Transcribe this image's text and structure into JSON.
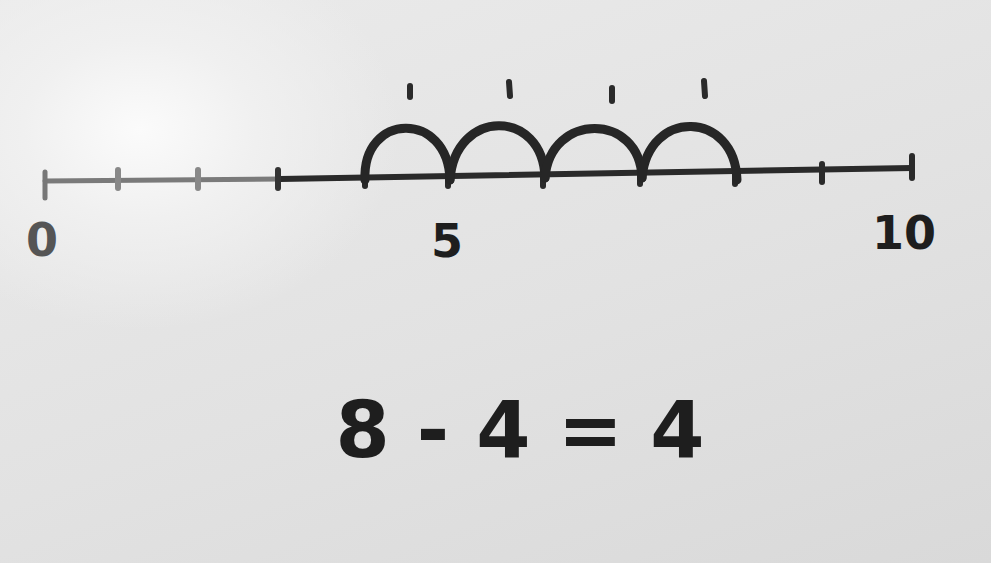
{
  "diagram": {
    "labels": [
      "0",
      "5",
      "10",
      "8 - 4 = 4"
    ]
  }
}
